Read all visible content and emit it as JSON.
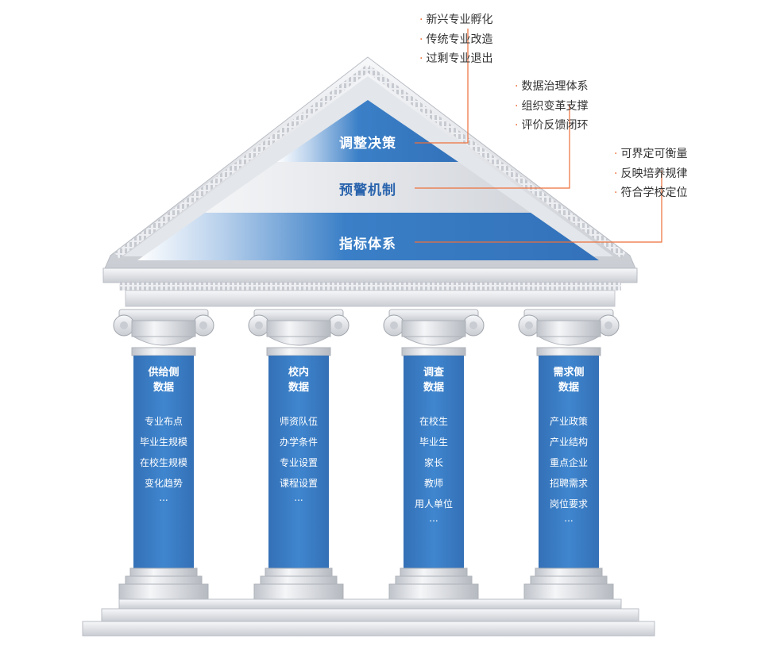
{
  "pediment": {
    "top": "调整决策",
    "middle": "预警机制",
    "bottom": "指标体系"
  },
  "annotations": [
    {
      "items": [
        "新兴专业孵化",
        "传统专业改造",
        "过剩专业退出"
      ]
    },
    {
      "items": [
        "数据治理体系",
        "组织变革支撑",
        "评价反馈闭环"
      ]
    },
    {
      "items": [
        "可界定可衡量",
        "反映培养规律",
        "符合学校定位"
      ]
    }
  ],
  "bullet": "·",
  "columns": [
    {
      "title": [
        "供给侧",
        "数据"
      ],
      "items": [
        "专业布点",
        "毕业生规模",
        "在校生规模",
        "变化趋势",
        "..."
      ]
    },
    {
      "title": [
        "校内",
        "数据"
      ],
      "items": [
        "师资队伍",
        "办学条件",
        "专业设置",
        "课程设置",
        "..."
      ]
    },
    {
      "title": [
        "调查",
        "数据"
      ],
      "items": [
        "在校生",
        "毕业生",
        "家长",
        "教师",
        "用人单位",
        "..."
      ]
    },
    {
      "title": [
        "需求侧",
        "数据"
      ],
      "items": [
        "产业政策",
        "产业结构",
        "重点企业",
        "招聘需求",
        "岗位要求",
        "..."
      ]
    }
  ],
  "colors": {
    "blue": "#3a7fc7",
    "blue_light": "#dbe7f4",
    "orange": "#ed6f3a",
    "stone": "#d6d9de"
  }
}
